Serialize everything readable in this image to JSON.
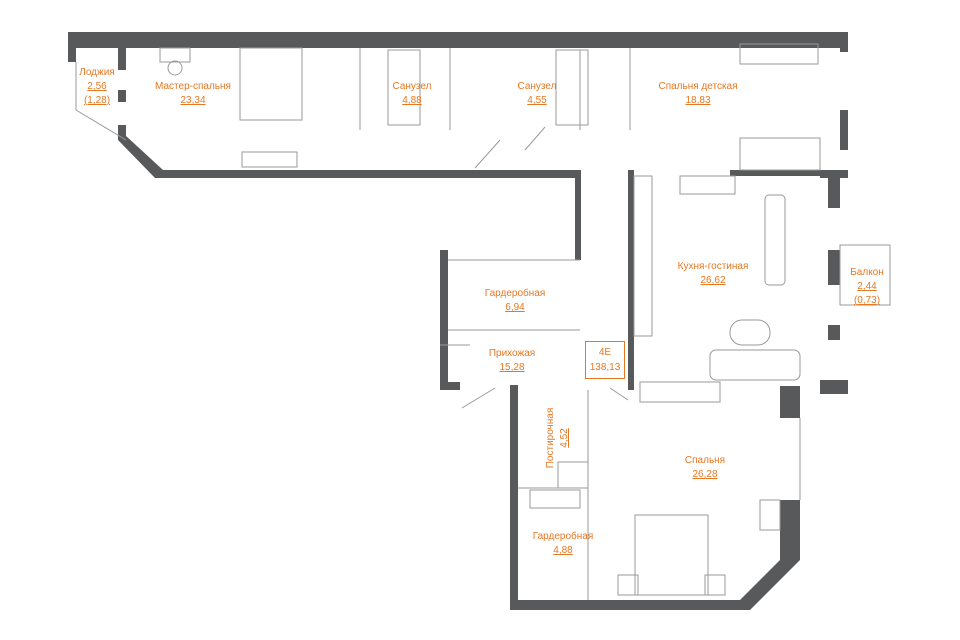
{
  "colors": {
    "label": "#e87722",
    "wall": "#58595b",
    "line": "#9a9a9a"
  },
  "apartment": {
    "code": "4E",
    "total_area": "138,13"
  },
  "rooms": [
    {
      "name": "Лоджия",
      "area": "2,56",
      "area_reduced": "(1,28)"
    },
    {
      "name": "Мастер-спальня",
      "area": "23,34"
    },
    {
      "name": "Санузел",
      "area": "4,88"
    },
    {
      "name": "Санузел",
      "area": "4,55"
    },
    {
      "name": "Спальня детская",
      "area": "18,83"
    },
    {
      "name": "Кухня-гостиная",
      "area": "26,62"
    },
    {
      "name": "Балкон",
      "area": "2,44",
      "area_reduced": "(0,73)"
    },
    {
      "name": "Гардеробная",
      "area": "6,94"
    },
    {
      "name": "Прихожая",
      "area": "15,28"
    },
    {
      "name": "Постирочная",
      "area": "4,52"
    },
    {
      "name": "Спальня",
      "area": "26,28"
    },
    {
      "name": "Гардеробная",
      "area": "4,88"
    }
  ]
}
